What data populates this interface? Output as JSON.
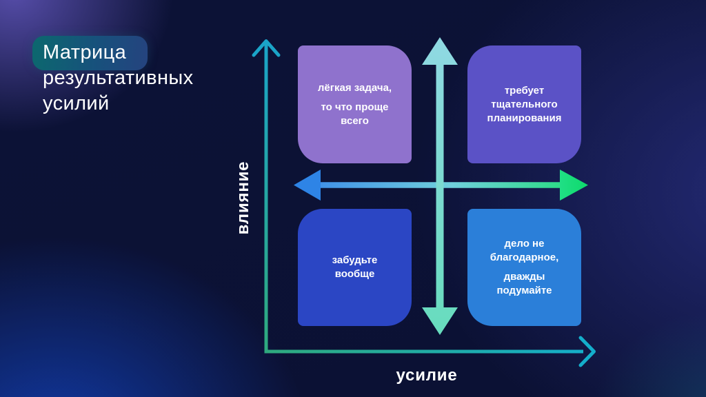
{
  "title": {
    "line1": "Матрица",
    "line2": "результативных",
    "line3": "усилий"
  },
  "axes": {
    "y_label": "влияние",
    "x_label": "усилие"
  },
  "quadrants": {
    "top_left": {
      "p1": "лёгкая задача,",
      "p2": "то что проще\nвсего"
    },
    "top_right": {
      "p1": "требует\nтщательного\nпланирования",
      "p2": ""
    },
    "bottom_left": {
      "p1": "забудьте\nвообще",
      "p2": ""
    },
    "bottom_right": {
      "p1": "дело не\nблагодарное,",
      "p2": "дважды\nподумайте"
    }
  },
  "colors": {
    "background_base": "#0b1134",
    "quadrant_top_left": "#8f72cd",
    "quadrant_top_right": "#5b52c6",
    "quadrant_bottom_left": "#2b46c4",
    "quadrant_bottom_right": "#2b7fd9",
    "axis_cyan": "#1ba4c8",
    "axis_green": "#2faa7e",
    "center_vertical_arrow_top": "#90d9e3",
    "center_vertical_arrow_bottom": "#67dcbd",
    "center_arrow_blue": "#2e84e6",
    "center_arrow_green": "#12da74",
    "title_highlight_start": "#0c686e",
    "title_highlight_end": "#25437f",
    "text": "#ffffff"
  }
}
